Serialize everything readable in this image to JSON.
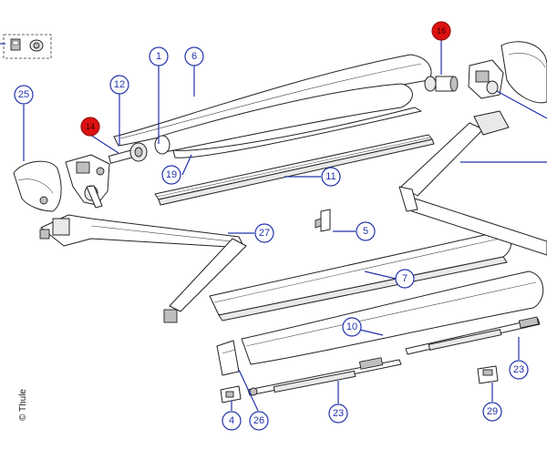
{
  "copyright": "© Thule",
  "callouts": [
    {
      "label": "1"
    },
    {
      "label": "4"
    },
    {
      "label": "5"
    },
    {
      "label": "6"
    },
    {
      "label": "7"
    },
    {
      "label": "10"
    },
    {
      "label": "11"
    },
    {
      "label": "12"
    },
    {
      "label": "14"
    },
    {
      "label": "16"
    },
    {
      "label": "19"
    },
    {
      "label": "23"
    },
    {
      "label": "23"
    },
    {
      "label": "25"
    },
    {
      "label": "26"
    },
    {
      "label": "27"
    },
    {
      "label": "29"
    }
  ],
  "colors": {
    "callout": "#2233aa",
    "highlight": "#dd1111"
  }
}
